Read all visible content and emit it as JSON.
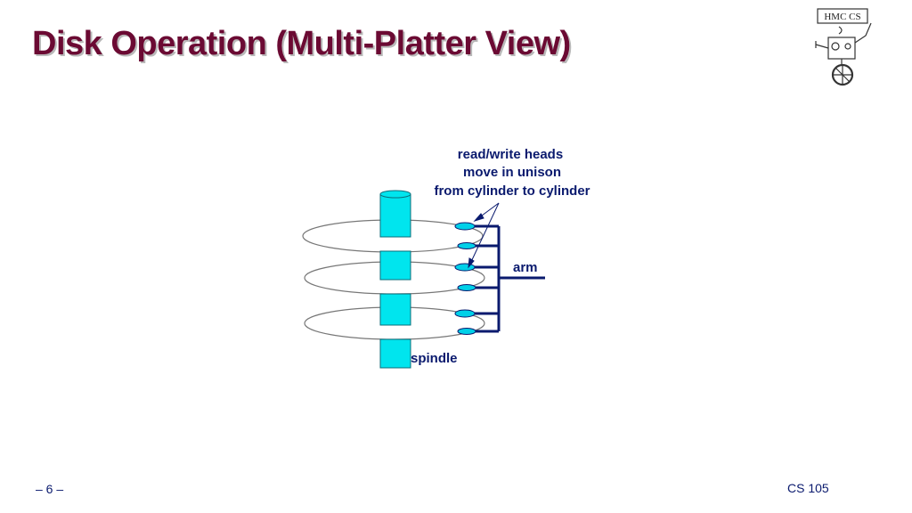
{
  "slide": {
    "title": "Disk Operation (Multi-Platter View)",
    "slide_number": "– 6 –",
    "course": "CS 105"
  },
  "logo": {
    "text": "HMC CS"
  },
  "diagram": {
    "heads_label_lines": [
      "read/write heads",
      "move in unison",
      "from cylinder to cylinder"
    ],
    "arm_label": "arm",
    "spindle_label": "spindle",
    "platter_count": 3
  },
  "colors": {
    "title": "#6b0a33",
    "text": "#0a1a6e",
    "spindle": "#00e5ee",
    "head": "#00d0e8",
    "arm": "#0a1a6e"
  }
}
